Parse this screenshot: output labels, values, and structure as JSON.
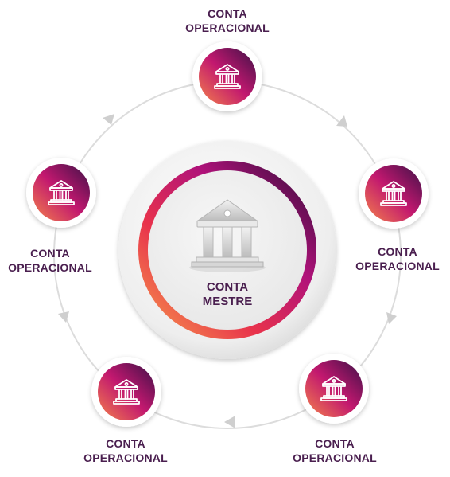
{
  "center": {
    "line1": "CONTA",
    "line2": "MESTRE",
    "icon": "bank-icon"
  },
  "nodes": [
    {
      "line1": "CONTA",
      "line2": "OPERACIONAL",
      "icon": "bank-icon"
    },
    {
      "line1": "CONTA",
      "line2": "OPERACIONAL",
      "icon": "bank-icon"
    },
    {
      "line1": "CONTA",
      "line2": "OPERACIONAL",
      "icon": "bank-icon"
    },
    {
      "line1": "CONTA",
      "line2": "OPERACIONAL",
      "icon": "bank-icon"
    },
    {
      "line1": "CONTA",
      "line2": "OPERACIONAL",
      "icon": "bank-icon"
    }
  ],
  "colors": {
    "gradient_orange": "#f5834a",
    "gradient_magenta": "#b0127a",
    "gradient_purple": "#3b1147",
    "label": "#4a1f4f",
    "ring": "#dcdcdc",
    "arrow": "#cfcfcf"
  }
}
